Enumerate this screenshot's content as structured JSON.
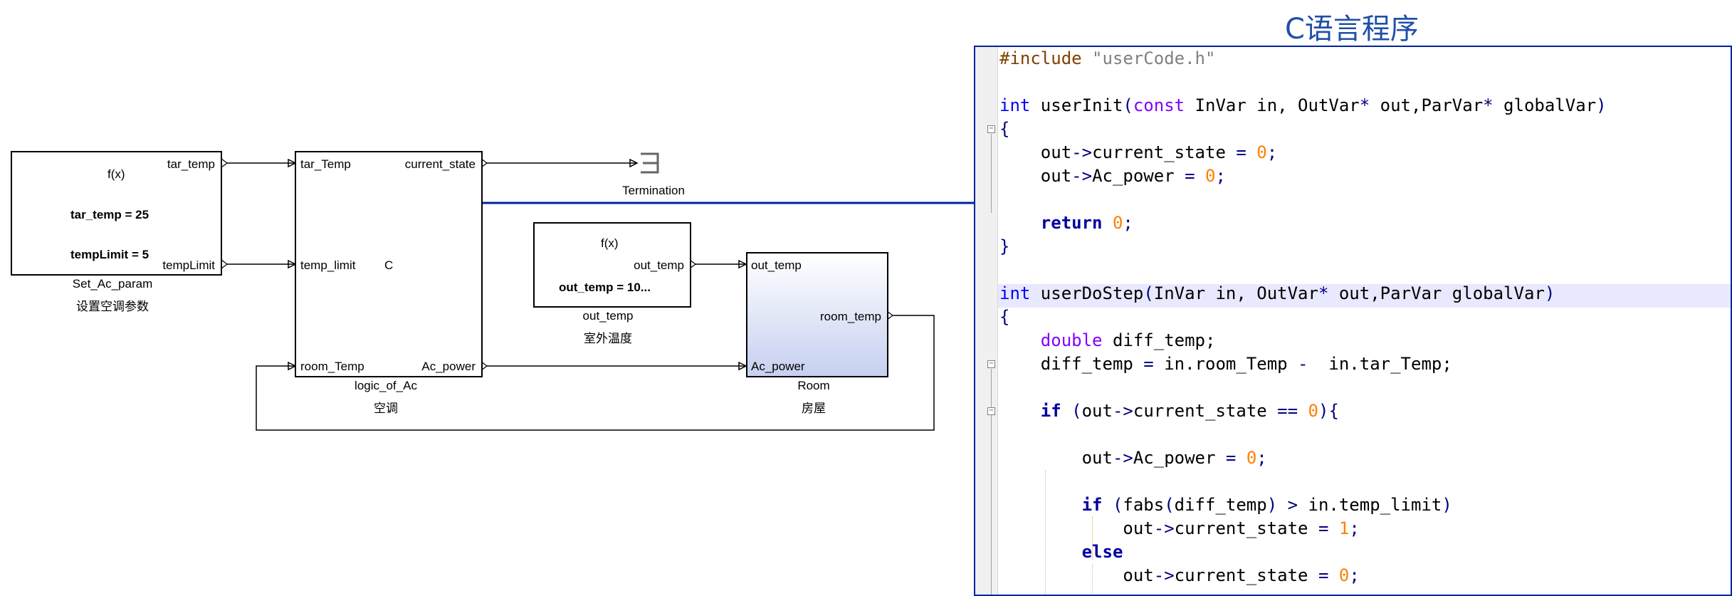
{
  "diagram": {
    "set_param": {
      "func": "f(x)",
      "port_out1": "tar_temp",
      "port_out2": "tempLimit",
      "line1": "tar_temp = 25",
      "line2": "tempLimit = 5",
      "name": "Set_Ac_param",
      "caption": "设置空调参数"
    },
    "logic": {
      "in1": "tar_Temp",
      "in2": "temp_limit",
      "in3": "room_Temp",
      "out1": "current_state",
      "out2": "Ac_power",
      "center": "C",
      "name": "logic_of_Ac",
      "caption": "空调"
    },
    "termination": {
      "name": "Termination"
    },
    "out_temp_block": {
      "func": "f(x)",
      "port_out": "out_temp",
      "line": "out_temp = 10...",
      "name": "out_temp",
      "caption": "室外温度"
    },
    "room": {
      "in1": "out_temp",
      "in2": "Ac_power",
      "out": "room_temp",
      "name": "Room",
      "caption": "房屋"
    },
    "colors": {
      "connector": "#00239e",
      "room_fill_top": "#ffffff",
      "room_fill_bottom": "#c6d0f0"
    }
  },
  "code": {
    "title": "C语言程序",
    "lines": [
      [
        "#include",
        " ",
        "\"userCode.h\""
      ],
      [
        ""
      ],
      [
        "int",
        " userInit",
        "(",
        "const",
        " InVar in, OutVar",
        "*",
        " out,ParVar",
        "*",
        " globalVar",
        ")"
      ],
      [
        "{"
      ],
      [
        "    out",
        "->",
        "current_state ",
        "=",
        " ",
        "0",
        ";"
      ],
      [
        "    out",
        "->",
        "Ac_power ",
        "=",
        " ",
        "0",
        ";"
      ],
      [
        ""
      ],
      [
        "    ",
        "return",
        " ",
        "0",
        ";"
      ],
      [
        "}"
      ],
      [
        ""
      ],
      [
        "int",
        " userDoStep",
        "(",
        "InVar in, OutVar",
        "*",
        " out,ParVar globalVar",
        ")"
      ],
      [
        "{"
      ],
      [
        "    ",
        "double",
        " diff_temp;"
      ],
      [
        "    diff_temp ",
        "=",
        " in.room_Temp ",
        "-",
        "  in.tar_Temp;"
      ],
      [
        ""
      ],
      [
        "    ",
        "if",
        " ",
        "(",
        "out",
        "->",
        "current_state ",
        "==",
        " ",
        "0",
        ")",
        "{"
      ],
      [
        ""
      ],
      [
        "        out",
        "->",
        "Ac_power ",
        "=",
        " ",
        "0",
        ";"
      ],
      [
        ""
      ],
      [
        "        ",
        "if",
        " ",
        "(",
        "fabs",
        "(",
        "diff_temp",
        ")",
        " ",
        ">",
        " in.temp_limit",
        ")"
      ],
      [
        "            out",
        "->",
        "current_state ",
        "=",
        " ",
        "1",
        ";"
      ],
      [
        "        ",
        "else"
      ],
      [
        "            out",
        "->",
        "current_state ",
        "=",
        " ",
        "0",
        ";"
      ]
    ],
    "token_classes": [
      [
        "pre",
        "",
        "str"
      ],
      [
        ""
      ],
      [
        "kw",
        "",
        "op",
        "ty",
        "",
        "op",
        "",
        "op",
        "",
        "op"
      ],
      [
        "op"
      ],
      [
        "",
        "op",
        "",
        "op",
        "",
        "num",
        "op"
      ],
      [
        "",
        "op",
        "",
        "op",
        "",
        "num",
        "op"
      ],
      [
        ""
      ],
      [
        "",
        "kwb",
        "",
        "num",
        "op"
      ],
      [
        "op"
      ],
      [
        ""
      ],
      [
        "kw",
        "",
        "op",
        "",
        "op",
        "",
        "op"
      ],
      [
        "op"
      ],
      [
        "",
        "ty",
        ""
      ],
      [
        "",
        "op",
        "",
        "op",
        ""
      ],
      [
        ""
      ],
      [
        "",
        "kwb",
        "",
        "op",
        "",
        "op",
        "",
        "op",
        "",
        "num",
        "op",
        "op"
      ],
      [
        ""
      ],
      [
        "",
        "op",
        "",
        "op",
        "",
        "num",
        "op"
      ],
      [
        ""
      ],
      [
        "",
        "kwb",
        "",
        "op",
        "",
        "op",
        "",
        "op",
        "",
        "op",
        "",
        "op"
      ],
      [
        "",
        "op",
        "",
        "op",
        "",
        "num",
        "op"
      ],
      [
        "",
        "kwb"
      ],
      [
        "",
        "op",
        "",
        "op",
        "",
        "num",
        "op"
      ]
    ]
  }
}
